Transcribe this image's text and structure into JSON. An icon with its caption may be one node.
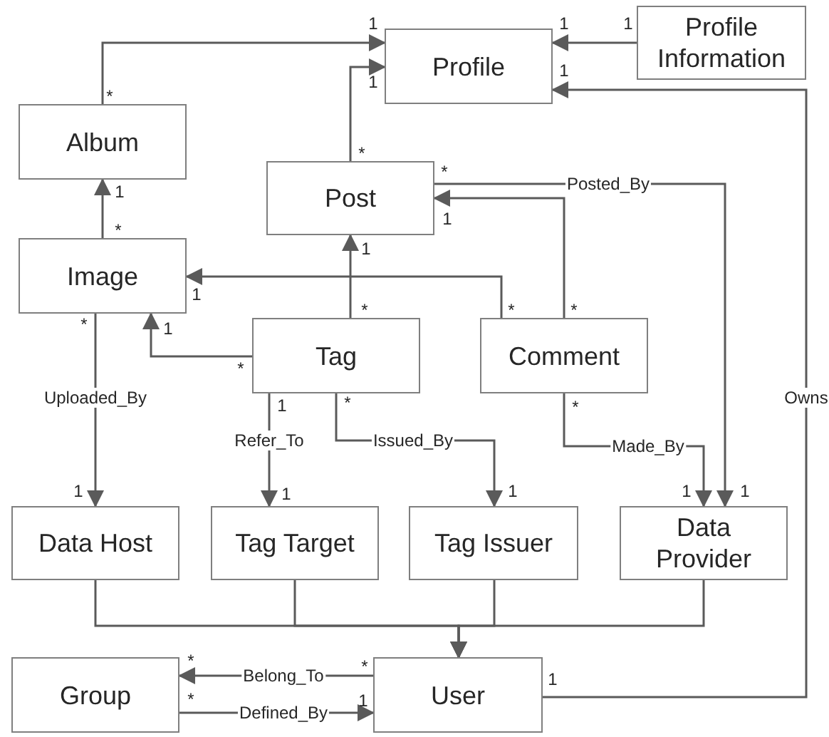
{
  "diagram": {
    "nodes": [
      {
        "text": [
          "Profile"
        ]
      },
      {
        "text": [
          "Profile Information"
        ]
      },
      {
        "text": [
          "Album"
        ]
      },
      {
        "text": [
          "Post"
        ]
      },
      {
        "text": [
          "Image"
        ]
      },
      {
        "text": [
          "Tag"
        ]
      },
      {
        "text": [
          "Comment"
        ]
      },
      {
        "text": [
          "Data Host"
        ]
      },
      {
        "text": [
          "Tag Target"
        ]
      },
      {
        "text": [
          "Tag Issuer"
        ]
      },
      {
        "text": [
          "Data Provider"
        ]
      },
      {
        "text": [
          "Group"
        ]
      },
      {
        "text": [
          "User"
        ]
      }
    ],
    "edges": [
      {
        "from": 2,
        "to": 0,
        "arrow": "to"
      },
      {
        "from": 1,
        "to": 0,
        "arrow": "to"
      },
      {
        "from": 3,
        "to": 0,
        "arrow": "to"
      },
      {
        "from": 12,
        "to": 0,
        "arrow": "to",
        "label": "Owns"
      },
      {
        "from": 4,
        "to": 2,
        "arrow": "to"
      },
      {
        "from": 3,
        "to": 10,
        "arrow": "to",
        "label": "Posted_By"
      },
      {
        "from": 6,
        "to": 3,
        "arrow": "to"
      },
      {
        "from": 6,
        "to": 4,
        "arrow": "to"
      },
      {
        "from": 5,
        "to": 3,
        "arrow": "to"
      },
      {
        "from": 5,
        "to": 4,
        "arrow": "to"
      },
      {
        "from": 4,
        "to": 7,
        "arrow": "to",
        "label": "Uploaded_By"
      },
      {
        "from": 5,
        "to": 8,
        "arrow": "to",
        "label": "Refer_To"
      },
      {
        "from": 5,
        "to": 9,
        "arrow": "to",
        "label": "Issued_By"
      },
      {
        "from": 6,
        "to": 10,
        "arrow": "to",
        "label": "Made_By"
      },
      {
        "from": 7,
        "to": 12,
        "arrow": "to"
      },
      {
        "from": 8,
        "to": 12,
        "arrow": "to"
      },
      {
        "from": 9,
        "to": 12,
        "arrow": "to"
      },
      {
        "from": 10,
        "to": 12,
        "arrow": "to"
      },
      {
        "from": 12,
        "to": 11,
        "arrow": "to",
        "label": "Belong_To"
      },
      {
        "from": 11,
        "to": 12,
        "arrow": "to",
        "label": "Defined_By"
      }
    ],
    "labels": [
      "1",
      "1",
      "1",
      "1",
      "1",
      "*",
      "1",
      "*",
      "*",
      "*",
      "1",
      "1",
      "1",
      "*",
      "1",
      "*",
      "*",
      "*",
      "*",
      "1",
      "*",
      "*",
      "1",
      "1",
      "1",
      "1",
      "1",
      "*",
      "*",
      "1",
      "*",
      "1"
    ]
  }
}
